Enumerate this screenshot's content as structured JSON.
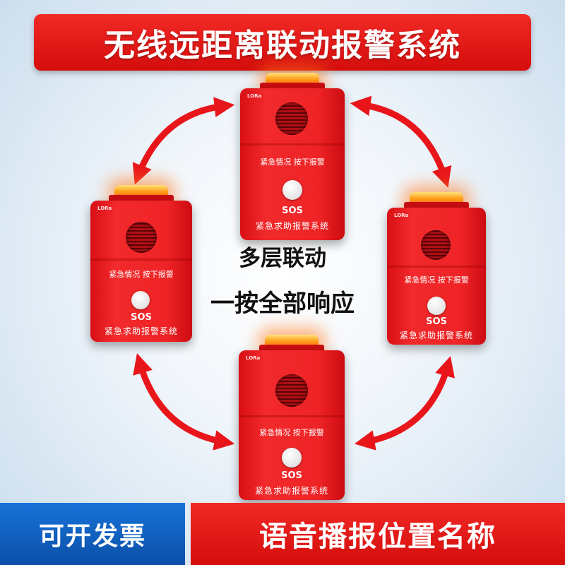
{
  "banner": {
    "title": "无线远距离联动报警系统"
  },
  "center": {
    "line1": "多层联动",
    "line2": "一按全部响应"
  },
  "device": {
    "brand": "LORa",
    "hint": "紧急情况  按下报警",
    "sos": "SOS",
    "name": "紧急求助报警系统"
  },
  "footer": {
    "left": "可开发票",
    "right": "语音播报位置名称"
  },
  "colors": {
    "red": "#e8161b",
    "blue": "#0f5fc2",
    "lamp": "#ff8a1f"
  },
  "icons": {
    "arrow": "double-headed-curved-arrow-icon",
    "speaker": "speaker-grille-icon",
    "button": "sos-button-icon"
  }
}
